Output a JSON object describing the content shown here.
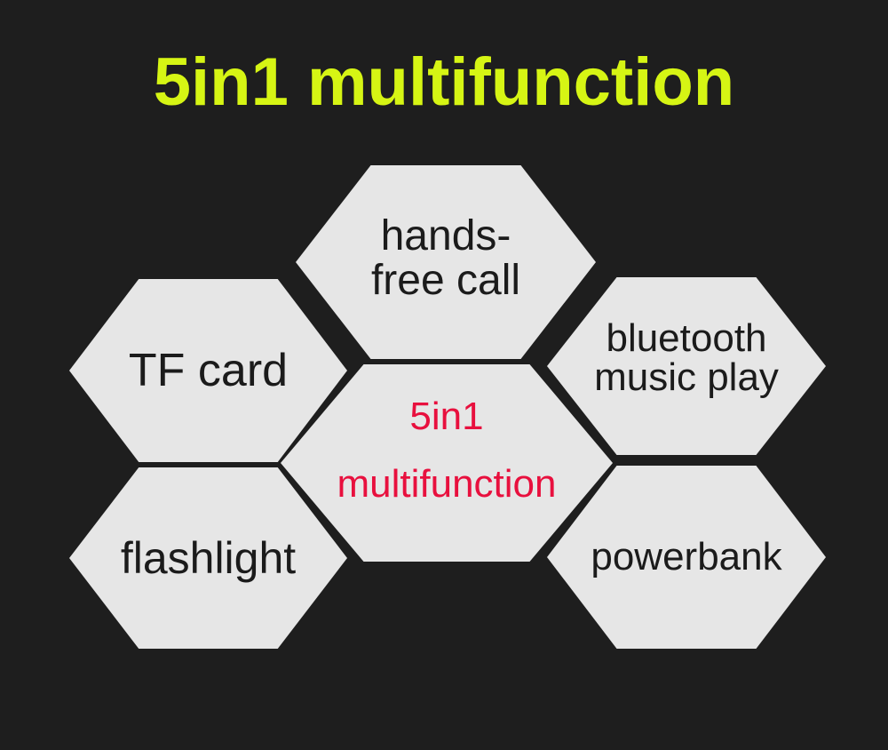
{
  "title": {
    "text": "5in1 multifunction",
    "color": "#d6f514"
  },
  "hexagons": {
    "hands_free": {
      "line1": "hands-",
      "line2": "free call"
    },
    "tf_card": {
      "text": "TF card"
    },
    "center": {
      "line1": "5in1",
      "line2": "multifunction",
      "color": "#e8103e"
    },
    "bluetooth": {
      "line1": "bluetooth",
      "line2": "music play"
    },
    "flashlight": {
      "text": "flashlight"
    },
    "powerbank": {
      "text": "powerbank"
    }
  },
  "colors": {
    "background": "#1e1e1e",
    "hex_fill": "#e6e6e6",
    "hex_text": "#1b1b1b"
  }
}
